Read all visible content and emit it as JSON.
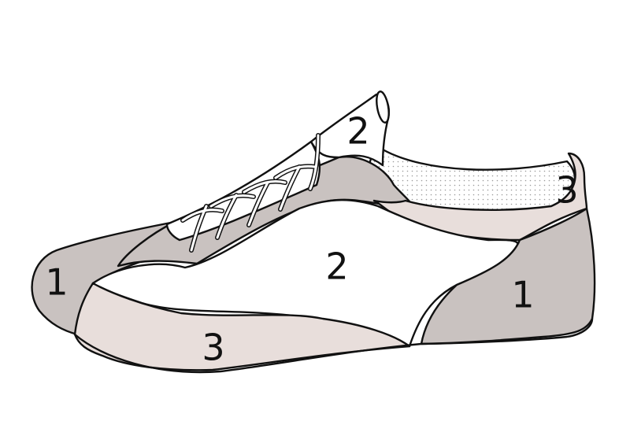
{
  "colors": {
    "outline": "#111111",
    "zone_1": "#c9c2c0",
    "zone_2": "#ffffff",
    "zone_3": "#e8dedb",
    "lining": "#ffffff",
    "lining_dots": "#9a9a9a",
    "lace": "#ffffff",
    "background": "#ffffff"
  },
  "labels": {
    "toe_zone": "1",
    "heel_zone": "1",
    "tongue_zone": "2",
    "side_panel_zone": "2",
    "sole_band_zone": "3",
    "collar_zone": "3"
  }
}
